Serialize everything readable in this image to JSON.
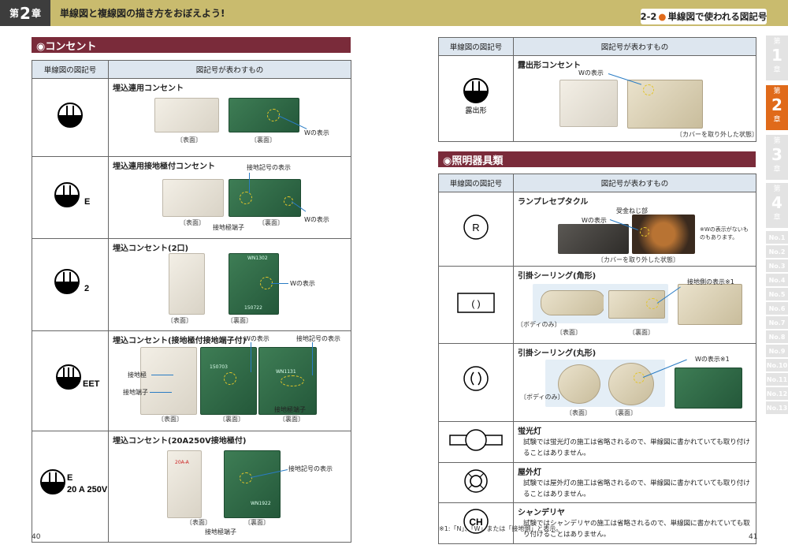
{
  "header": {
    "chapter_prefix": "第",
    "chapter_num": "2",
    "chapter_suffix": "章",
    "title": "単線図と複線図の描き方をおぼえよう!",
    "section_num": "2-2",
    "section_dot": "●",
    "section_title": "単線図で使われる図記号"
  },
  "table_headers": {
    "symbol": "単線図の図記号",
    "meaning": "図記号が表わすもの"
  },
  "outlet_section": {
    "title": "◉コンセント",
    "rows": [
      {
        "name": "埋込連用コンセント",
        "symbol_label": "",
        "captions": [
          "〔表面〕",
          "〔裏面〕"
        ],
        "labels": [
          "Wの表示"
        ]
      },
      {
        "name": "埋込連用接地極付コンセント",
        "symbol_label": "E",
        "captions": [
          "〔表面〕",
          "〔裏面〕"
        ],
        "labels": [
          "接地記号の表示",
          "接地極端子",
          "Wの表示"
        ]
      },
      {
        "name": "埋込コンセント(2口)",
        "symbol_label": "2",
        "captions": [
          "〔表面〕",
          "〔裏面〕"
        ],
        "labels": [
          "Wの表示"
        ],
        "print": [
          "WN1302",
          "150722"
        ]
      },
      {
        "name": "埋込コンセント(接地極付接地端子付)",
        "symbol_label": "EET",
        "captions": [
          "〔表面〕",
          "〔裏面〕",
          "〔裏面〕"
        ],
        "labels": [
          "Wの表示",
          "接地記号の表示",
          "接地極",
          "接地端子",
          "接地極端子"
        ],
        "print": [
          "150703",
          "WN1131"
        ]
      },
      {
        "name": "埋込コンセント(20A250V接地極付)",
        "symbol_label_1": "E",
        "symbol_label_2": "20 A 250V",
        "captions": [
          "〔表面〕",
          "〔裏面〕"
        ],
        "labels": [
          "接地記号の表示",
          "接地極端子"
        ],
        "print": [
          "20A-A",
          "WN1922"
        ]
      }
    ]
  },
  "exposed_outlet": {
    "name": "露出形コンセント",
    "symbol_label": "露出形",
    "labels": [
      "Wの表示"
    ],
    "caption": "〔カバーを取り外した状態〕"
  },
  "lighting_section": {
    "title": "◉照明器具類",
    "rows": [
      {
        "name": "ランプレセプタクル",
        "symbol_text": "R",
        "labels": [
          "受金ねじ部",
          "Wの表示"
        ],
        "note": "※Wの表示がないものもあります。",
        "caption": "〔カバーを取り外した状態〕"
      },
      {
        "name": "引掛シーリング(角形)",
        "symbol_text": "(  )",
        "labels": [
          "接地側の表示※1",
          "〔ボディのみ〕"
        ],
        "captions": [
          "〔表面〕",
          "〔裏面〕"
        ]
      },
      {
        "name": "引掛シーリング(丸形)",
        "symbol_text": "",
        "labels": [
          "Wの表示※1",
          "〔ボディのみ〕"
        ],
        "captions": [
          "〔表面〕",
          "〔裏面〕"
        ]
      },
      {
        "name": "蛍光灯",
        "desc": "試験では蛍光灯の施工は省略されるので、単線図に書かれていても取り付けることはありません。"
      },
      {
        "name": "屋外灯",
        "desc": "試験では屋外灯の施工は省略されるので、単線図に書かれていても取り付けることはありません。"
      },
      {
        "name": "シャンデリヤ",
        "symbol_text": "CH",
        "desc": "試験ではシャンデリヤの施工は省略されるので、単線図に書かれていても取り付けることはありません。"
      }
    ]
  },
  "footnote": "※1:「N」、「W」または「接地側」と表示。",
  "page_left": "40",
  "page_right": "41",
  "side_tabs": {
    "chapters": [
      {
        "s1": "第",
        "n": "1",
        "s2": "章",
        "active": false
      },
      {
        "s1": "第",
        "n": "2",
        "s2": "章",
        "active": true
      },
      {
        "s1": "第",
        "n": "3",
        "s2": "章",
        "active": false
      },
      {
        "s1": "第",
        "n": "4",
        "s2": "章",
        "active": false
      }
    ],
    "numbers": [
      "No.1",
      "No.2",
      "No.3",
      "No.4",
      "No.5",
      "No.6",
      "No.7",
      "No.8",
      "No.9",
      "No.10",
      "No.11",
      "No.12",
      "No.13"
    ]
  },
  "colors": {
    "header_bar": "#c9bb6e",
    "section_head": "#7a2b3a",
    "accent": "#e06a1a",
    "table_header": "#dde6ef",
    "leader_line": "#2a7cc4",
    "highlight": "#e3c52a"
  }
}
